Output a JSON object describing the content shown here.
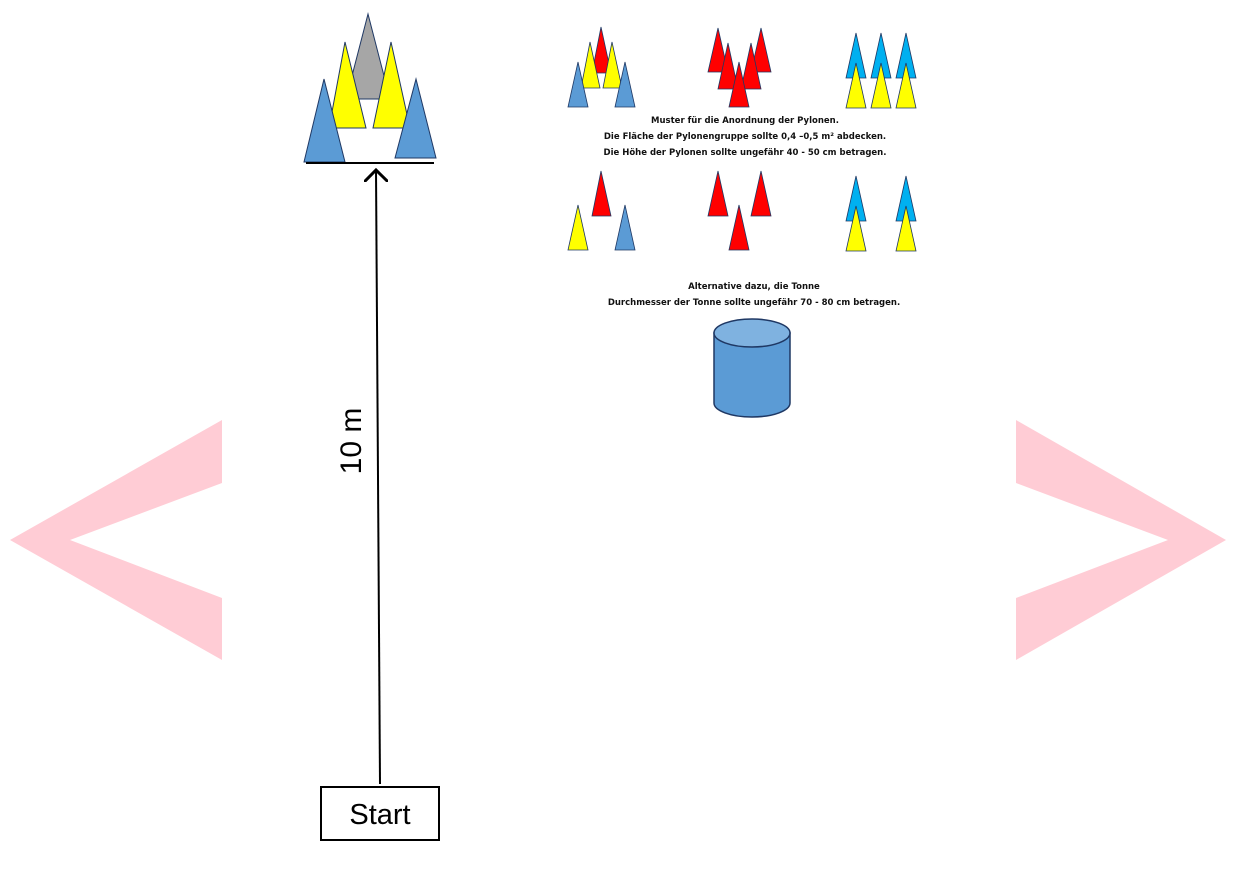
{
  "navigation": {
    "prev_icon": "chevron-left-icon",
    "next_icon": "chevron-right-icon",
    "arrow_color": "#ffccd5"
  },
  "course": {
    "distance_label": "10 m",
    "start_label": "Start"
  },
  "colors": {
    "blue": "#5b9bd5",
    "yellow": "#ffff00",
    "grey": "#a6a6a6",
    "red": "#ff0000",
    "cyan": "#00b0f0",
    "barrel": "#5b9bd5",
    "barrel_top": "#7fb2e0",
    "outline": "#1f3864"
  },
  "patterns_text": {
    "line1": "Muster für die Anordnung der Pylonen.",
    "line2": "Die Fläche der Pylonengruppe sollte 0,4 –0,5 m² abdecken.",
    "line3": "Die Höhe der Pylonen sollte ungefähr 40 - 50 cm betragen."
  },
  "barrel_text": {
    "line1": "Alternative dazu, die Tonne",
    "line2": "Durchmesser der Tonne sollte ungefähr 70 - 80 cm betragen."
  }
}
